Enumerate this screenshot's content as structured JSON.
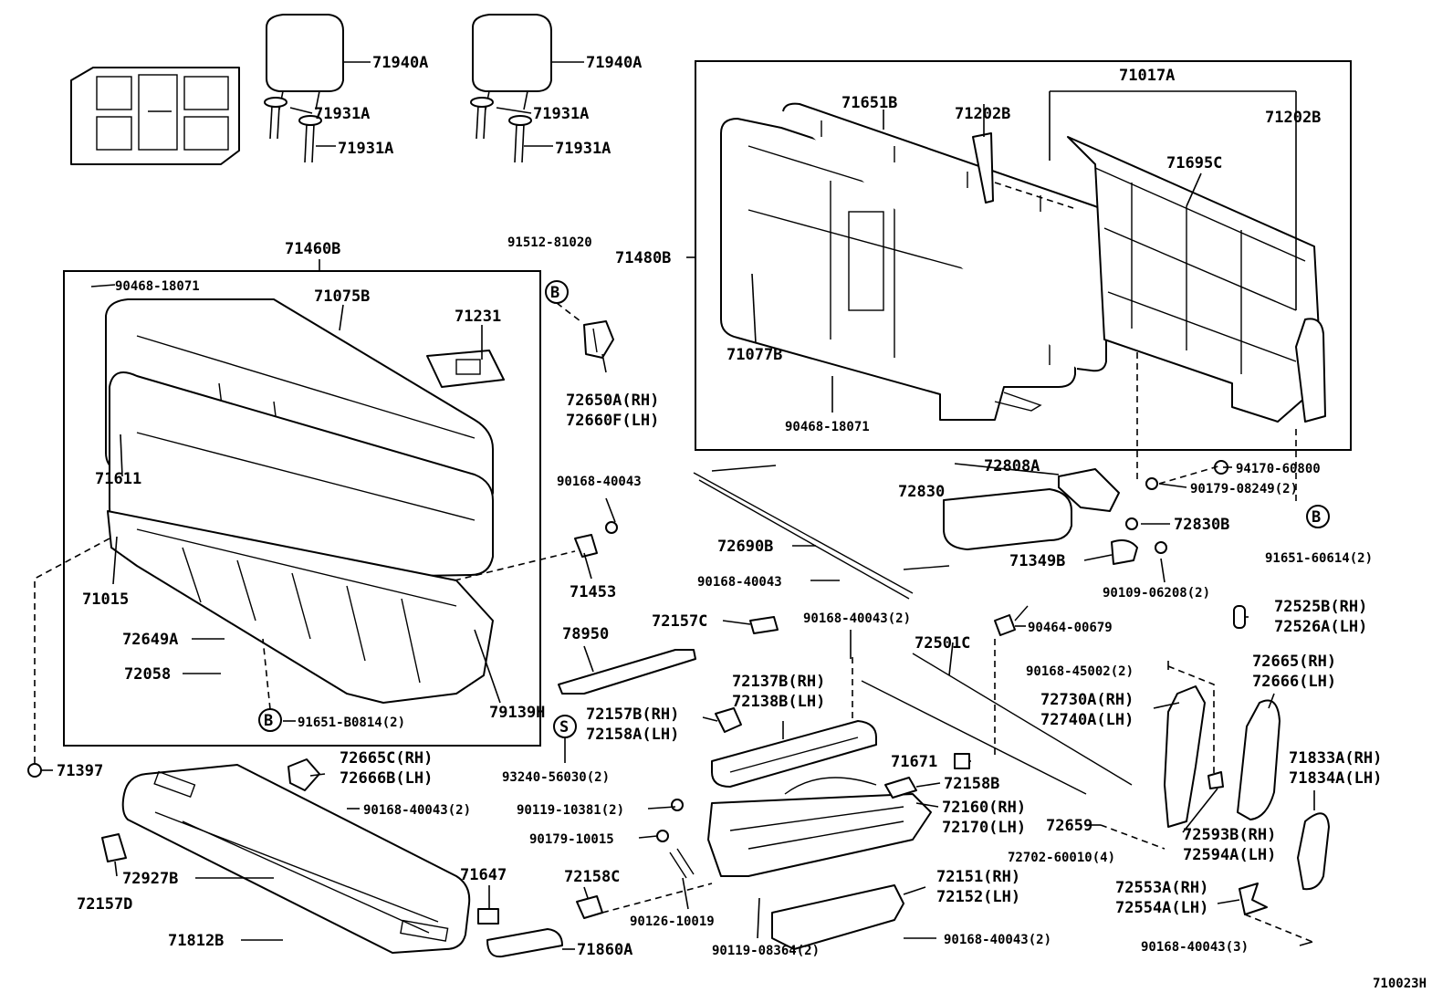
{
  "labels": {
    "l71940A_1": "71940A",
    "l71931A_1": "71931A",
    "l71931A_2": "71931A",
    "l71940A_2": "71940A",
    "l71931A_3": "71931A",
    "l71931A_4": "71931A",
    "l71017A": "71017A",
    "l71651B": "71651B",
    "l71202B_1": "71202B",
    "l71202B_2": "71202B",
    "l71695C": "71695C",
    "l71480B": "71480B",
    "l71077B": "71077B",
    "l90468_18071_b": "90468-18071",
    "l91512_81020": "91512-81020",
    "l71460B": "71460B",
    "l90468_18071_a": "90468-18071",
    "l71075B": "71075B",
    "l71231": "71231",
    "l72650A": "72650A(RH)",
    "l72660F": "72660F(LH)",
    "l71611": "71611",
    "l90168_40043_a": "90168-40043",
    "l71015": "71015",
    "l71453": "71453",
    "l72649A": "72649A",
    "l72058": "72058",
    "l91651_B0814": "91651-B0814(2)",
    "l79139H": "79139H",
    "l71397": "71397",
    "l78950": "78950",
    "l72157C": "72157C",
    "l72157B": "72157B(RH)",
    "l72158A": "72158A(LH)",
    "l93240_56030": "93240-56030(2)",
    "l72665C": "72665C(RH)",
    "l72666B": "72666B(LH)",
    "l90168_40043_2a": "90168-40043(2)",
    "l72157D": "72157D",
    "l72927B": "72927B",
    "l71647": "71647",
    "l71812B": "71812B",
    "l71860A": "71860A",
    "l72690B": "72690B",
    "l90168_40043_b": "90168-40043",
    "l90168_40043_2b": "90168-40043(2)",
    "l72808A": "72808A",
    "l72830": "72830",
    "l72830B": "72830B",
    "l71349B": "71349B",
    "l94170_60800": "94170-60800",
    "l90179_08249": "90179-08249(2)",
    "l91651_60614": "91651-60614(2)",
    "l90109_06208": "90109-06208(2)",
    "l90464_00679": "90464-00679",
    "l72501C": "72501C",
    "l72137B": "72137B(RH)",
    "l72138B": "72138B(LH)",
    "l90168_45002": "90168-45002(2)",
    "l72525B": "72525B(RH)",
    "l72526A": "72526A(LH)",
    "l72665": "72665(RH)",
    "l72666": "72666(LH)",
    "l72730A": "72730A(RH)",
    "l72740A": "72740A(LH)",
    "l71671": "71671",
    "l72158B": "72158B",
    "l72160": "72160(RH)",
    "l72170": "72170(LH)",
    "l72659": "72659",
    "l72593B": "72593B(RH)",
    "l72594A": "72594A(LH)",
    "l71833A": "71833A(RH)",
    "l71834A": "71834A(LH)",
    "l90119_10381": "90119-10381(2)",
    "l90179_10015": "90179-10015",
    "l72158C": "72158C",
    "l90126_10019": "90126-10019",
    "l72151": "72151(RH)",
    "l72152": "72152(LH)",
    "l72702_60010": "72702-60010(4)",
    "l72553A": "72553A(RH)",
    "l72554A": "72554A(LH)",
    "l90119_08364": "90119-08364(2)",
    "l90168_40043_2c": "90168-40043(2)",
    "l90168_40043_3": "90168-40043(3)",
    "l710023H": "710023H",
    "markerB_1": "B",
    "markerB_2": "B",
    "markerB_3": "B",
    "markerS": "S"
  }
}
